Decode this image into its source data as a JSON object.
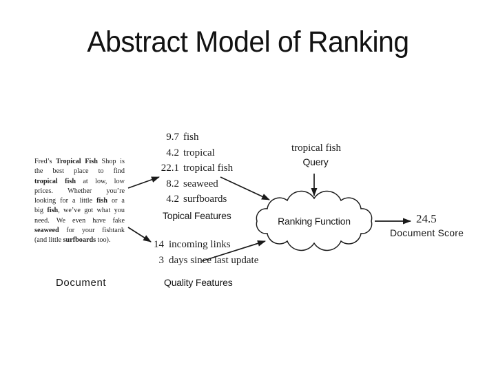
{
  "slide": {
    "title": "Abstract Model of Ranking",
    "background_color": "#ffffff",
    "ink_color": "#1a1a1a"
  },
  "document": {
    "label": "Document",
    "lines": [
      [
        {
          "t": "Fred’s ",
          "b": false
        },
        {
          "t": "Tropical Fish",
          "b": true
        },
        {
          "t": " Shop is",
          "b": false
        }
      ],
      [
        {
          "t": "the best place to find",
          "b": false
        }
      ],
      [
        {
          "t": "tropical fish",
          "b": true
        },
        {
          "t": " at low, low",
          "b": false
        }
      ],
      [
        {
          "t": "prices. Whether you’re",
          "b": false
        }
      ],
      [
        {
          "t": "looking for a little ",
          "b": false
        },
        {
          "t": "fish",
          "b": true
        },
        {
          "t": " or a",
          "b": false
        }
      ],
      [
        {
          "t": "big ",
          "b": false
        },
        {
          "t": "fish",
          "b": true
        },
        {
          "t": ", we’ve got what you",
          "b": false
        }
      ],
      [
        {
          "t": "need. We even have fake",
          "b": false
        }
      ],
      [
        {
          "t": "seaweed",
          "b": true
        },
        {
          "t": " for your fishtank",
          "b": false
        }
      ],
      [
        {
          "t": "(and little ",
          "b": false
        },
        {
          "t": "surfboards",
          "b": true
        },
        {
          "t": " too).",
          "b": false
        }
      ]
    ]
  },
  "topical_features": {
    "label": "Topical Features",
    "rows": [
      {
        "score": "9.7",
        "term": "fish"
      },
      {
        "score": "4.2",
        "term": "tropical"
      },
      {
        "score": "22.1",
        "term": "tropical fish"
      },
      {
        "score": "8.2",
        "term": "seaweed"
      },
      {
        "score": "4.2",
        "term": "surfboards"
      }
    ]
  },
  "quality_features": {
    "label": "Quality Features",
    "rows": [
      {
        "score": "14",
        "term": "incoming links"
      },
      {
        "score": "3",
        "term": "days since last update"
      }
    ]
  },
  "query": {
    "text": "tropical fish",
    "label": "Query"
  },
  "ranking_function": {
    "label": "Ranking Function"
  },
  "output": {
    "score": "24.5",
    "label": "Document Score"
  }
}
